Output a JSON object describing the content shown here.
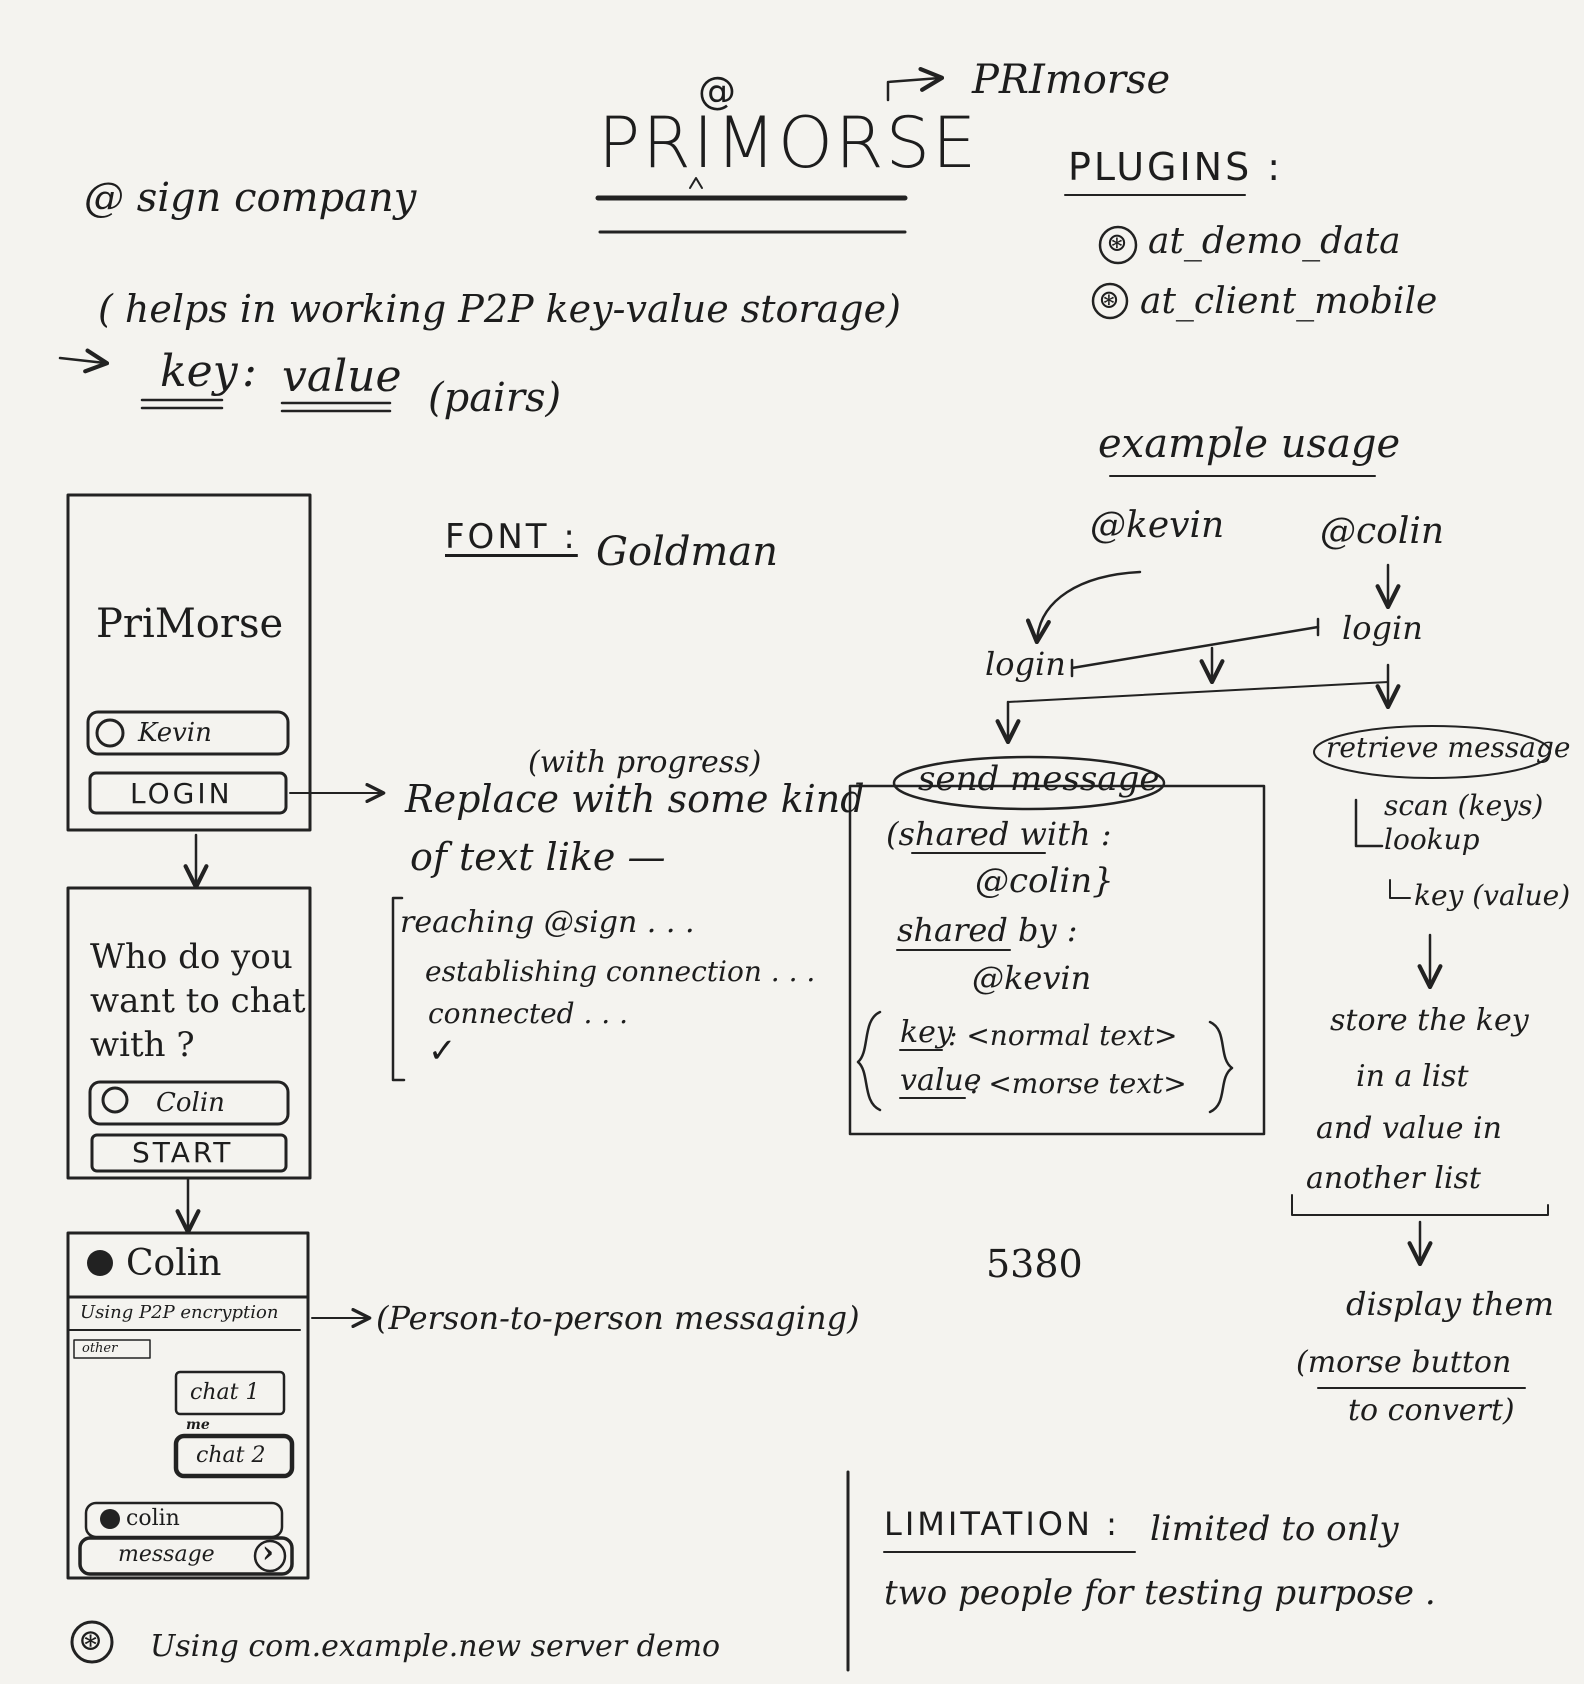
{
  "title": {
    "main": "PRIMORSE",
    "at_mark": "@",
    "alt_spelling": "PRImorse"
  },
  "intro": {
    "line1": "@ sign company",
    "line2": "( helps in working P2P key-value storage)",
    "line3_arrow": "→",
    "key": "key",
    "colon": ":",
    "value": "value",
    "pairs": "(pairs)"
  },
  "plugins": {
    "heading": "PLUGINS :",
    "items": [
      "at_demo_data",
      "at_client_mobile"
    ],
    "bullet": "⊛"
  },
  "font_note": {
    "label": "FONT :",
    "value": "Goldman"
  },
  "screen_login": {
    "app_name": "PriMorse",
    "input_value": "Kevin",
    "button_label": "LOGIN"
  },
  "login_note": {
    "with_progress": "(with progress)",
    "line1": "Replace with some kind",
    "line2": "of text like —",
    "steps": [
      "reaching @sign . . .",
      "establishing connection . . .",
      "connected . . ."
    ],
    "check": "✓"
  },
  "screen_choose": {
    "question_l1": "Who do you",
    "question_l2": "want to chat",
    "question_l3": "with ?",
    "input_value": "Colin",
    "button_label": "START"
  },
  "screen_chat": {
    "header": "Colin",
    "banner": "Using P2P encryption",
    "other_label": "other",
    "bubble1": "chat 1",
    "bubble2_label": "me",
    "bubble2": "chat 2",
    "to_field": "colin",
    "message_placeholder": "message",
    "send_glyph": "›"
  },
  "chat_note": "(Person-to-person messaging)",
  "footnote": {
    "bullet": "⊛",
    "text": "Using com.example.new server demo"
  },
  "example": {
    "heading": "example usage",
    "user_a": "@kevin",
    "user_b": "@colin",
    "login_a": "login",
    "login_b": "login",
    "send_message": "send message",
    "shared_with_label": "(shared with :",
    "shared_with_value": "@colin}",
    "shared_by_label": "shared by :",
    "shared_by_value": "@kevin",
    "key_label": "key",
    "key_value": ": <normal text>",
    "value_label": "value",
    "value_value": ": <morse text>",
    "retrieve_message": "retrieve message",
    "scan": "scan (keys)",
    "lookup": "lookup",
    "key_value_step": "key (value)",
    "store_l1": "store the key",
    "store_l2": "in a list",
    "store_l3": "and value in",
    "store_l4": "another list",
    "display_l1": "display them",
    "display_l2": "(morse button",
    "display_l3": "to convert)"
  },
  "page_number": "5380",
  "limitation": {
    "label": "LIMITATION :",
    "line1": "limited to only",
    "line2": "two people for testing purpose ."
  }
}
